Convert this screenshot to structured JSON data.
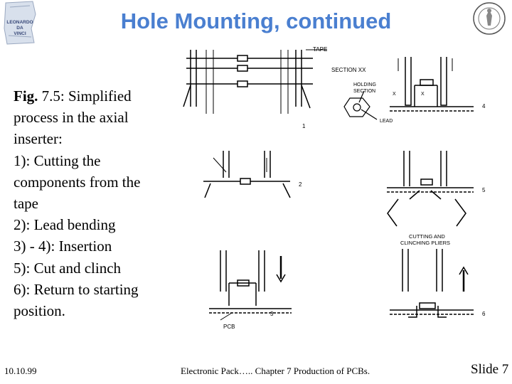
{
  "slide": {
    "title": "Hole Mounting, continued",
    "left_logo_text": "LEONARDO DA VINCI",
    "right_logo": "university-seal-icon"
  },
  "caption": {
    "fig_label": "Fig.",
    "lines": [
      " 7.5: Simplified",
      "process in the axial",
      "inserter:",
      "1): Cutting the",
      "components from the",
      "tape",
      "2): Lead bending",
      "3) - 4): Insertion",
      "5): Cut and clinch",
      "6): Return to starting",
      "position."
    ]
  },
  "figure": {
    "labels": {
      "tape": "TAPE",
      "section": "SECTION XX",
      "holding": "HOLDING",
      "holding2": "SECTION",
      "lead": "LEAD",
      "x1": "X",
      "x2": "X",
      "n1": "1",
      "n2": "2",
      "n3": "3",
      "n4": "4",
      "n5": "5",
      "n6": "6",
      "cutting": "CUTTING AND",
      "clinching": "CLINCHING PLIERS",
      "pcb": "PCB"
    }
  },
  "footer": {
    "date": "10.10.99",
    "center": "Electronic Pack….. Chapter 7 Production of PCBs.",
    "slide": "Slide 7"
  }
}
